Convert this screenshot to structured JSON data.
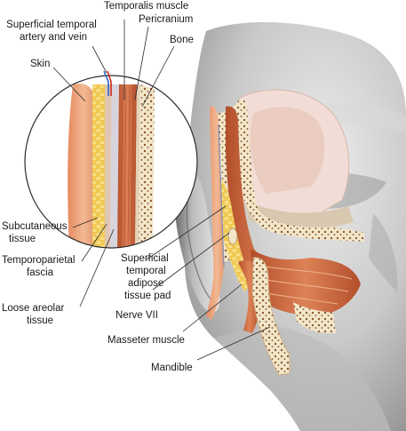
{
  "labels": {
    "temporalis_muscle": "Temporalis muscle",
    "superficial_temporal_1": "Superficial temporal",
    "superficial_temporal_2": "artery and vein",
    "pericranium": "Pericranium",
    "bone": "Bone",
    "skin": "Skin",
    "subcutaneous_1": "Subcutaneous",
    "subcutaneous_2": "tissue",
    "temporoparietal_1": "Temporoparietal",
    "temporoparietal_2": "fascia",
    "loose_areolar_1": "Loose areolar",
    "loose_areolar_2": "tissue",
    "fat_pad_1": "Superficial",
    "fat_pad_2": "temporal",
    "fat_pad_3": "adipose",
    "fat_pad_4": "tissue pad",
    "nerve_vii": "Nerve VII",
    "masseter": "Masseter muscle",
    "mandible": "Mandible"
  },
  "colors": {
    "skin": "#e9a77d",
    "fat": "#f2d36a",
    "muscle": "#c9663e",
    "bone": "#f3e6c9",
    "bone_spot": "#8a5a34",
    "head_shade": "#b9b9b9",
    "nerve_blue": "#2b63c8",
    "artery_red": "#c8281e"
  }
}
